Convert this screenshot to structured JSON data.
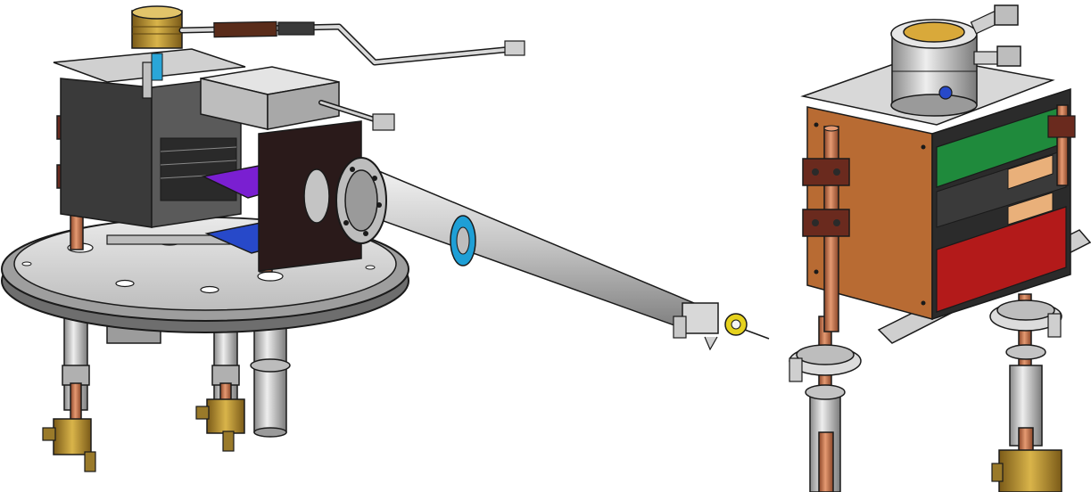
{
  "figure": {
    "panels": [
      {
        "id": "left-assembly",
        "parts": [
          "tablet-heater",
          "transfer-tube-rod",
          "left-drawer-box",
          "right-ingot",
          "base-flange-plate",
          "valve-body"
        ]
      },
      {
        "id": "right-assembly",
        "parts": [
          "cryo-cube",
          "heat-exchanger-cap",
          "copper-pillar",
          "clamp",
          "valve-body"
        ]
      }
    ]
  },
  "colors": {
    "outline": "#1a1a1a",
    "steel_light": "#d8d8d8",
    "steel_mid": "#a9a9a9",
    "steel_dark": "#6f6f6f",
    "dark_panel": "#3a3a3a",
    "purple_plate": "#7a1fd1",
    "blue_plate": "#2749c9",
    "cyan_ring": "#1e9fd6",
    "copper": "#c9714a",
    "copper_dark": "#8a4527",
    "brass": "#b8892c",
    "gold_disk": "#d9a93a",
    "wood": "#b86b33",
    "green_block": "#1f8a3c",
    "red_block": "#b31a1a",
    "maroon_clip": "#6a2a1e",
    "yellow_ring": "#e6d21e"
  }
}
